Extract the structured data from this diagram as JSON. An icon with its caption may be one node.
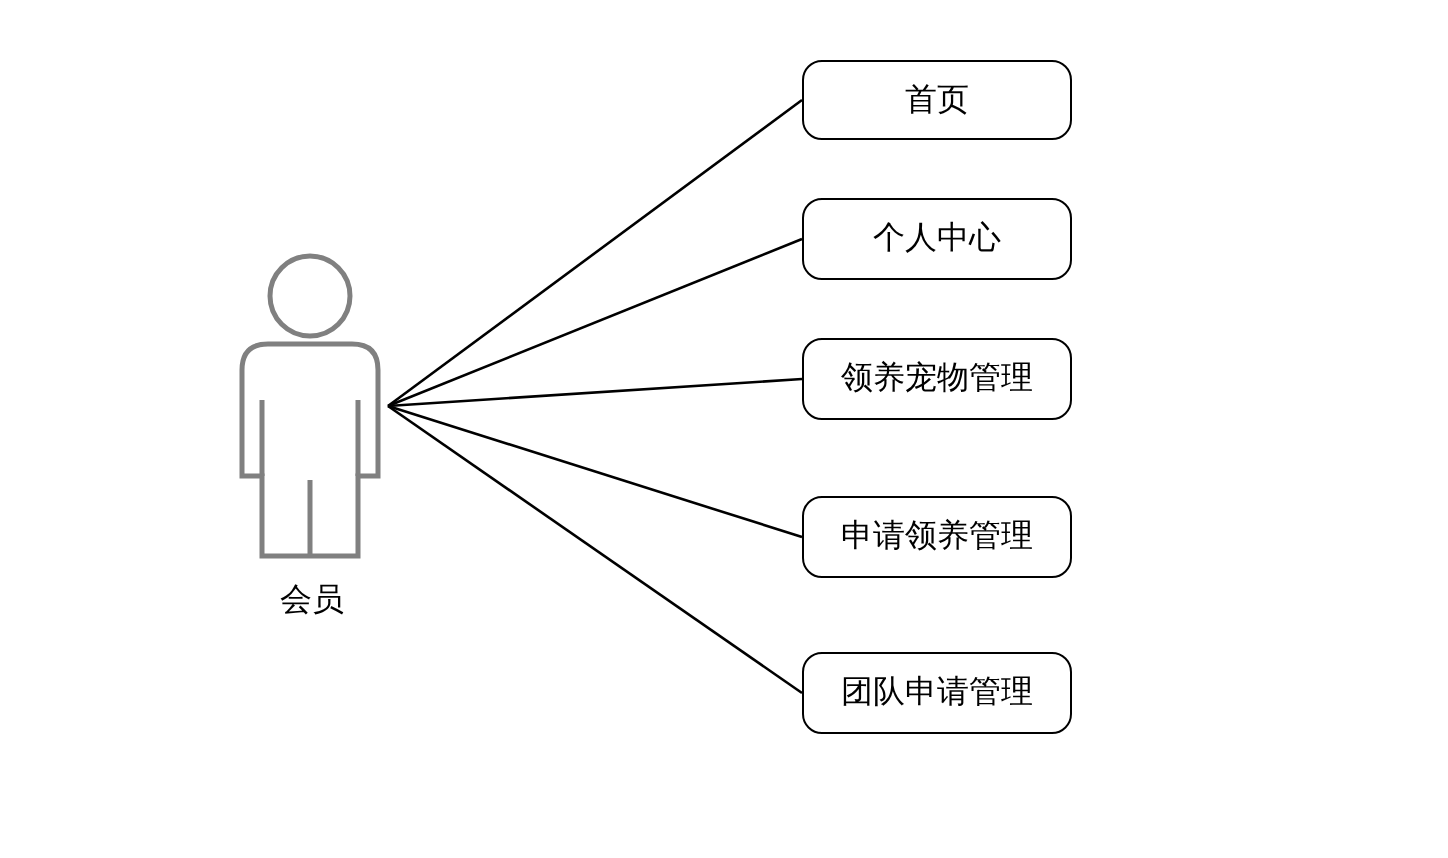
{
  "diagram": {
    "nodes": [
      {
        "text": [],
        "shape": "person",
        "beside": [
          "会员"
        ]
      },
      {
        "text": [
          "首页"
        ]
      },
      {
        "text": [
          "个人中心"
        ]
      },
      {
        "text": [
          "领养宠物管理"
        ]
      },
      {
        "text": [
          "申请领养管理"
        ]
      },
      {
        "text": [
          "团队申请管理"
        ]
      }
    ],
    "edges": [
      {
        "from": 0,
        "to": 1,
        "arrow": "none"
      },
      {
        "from": 0,
        "to": 2,
        "arrow": "none"
      },
      {
        "from": 0,
        "to": 3,
        "arrow": "none"
      },
      {
        "from": 0,
        "to": 4,
        "arrow": "none"
      },
      {
        "from": 0,
        "to": 5,
        "arrow": "none"
      }
    ]
  }
}
